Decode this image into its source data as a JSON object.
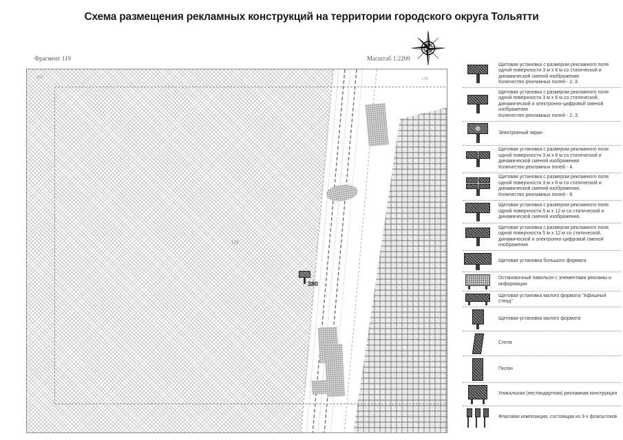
{
  "title": "Схема размещения рекламных конструкций на территории городского округа Тольятти",
  "map": {
    "fragment_label": "Фрагмент 119",
    "scale_label": "Масштаб 1:2200",
    "center_fragment_number": "119",
    "corner_top_left": "101",
    "corner_top_right": "135",
    "marker_label": "380"
  },
  "colors": {
    "ink": "#1a1a1a",
    "map_frame": "#8a8a8a",
    "hatch_gray": "#6e6e6e",
    "icon_dark": "#4c4c4c"
  },
  "legend": {
    "items": [
      {
        "icon": "billboard-3x6-icon",
        "text": "Щитовая установка с размером рекламного поля одной поверхности 3 м х 6 м со статической и динамической сменой изображения",
        "note": "Количество рекламных полей - 2, 3."
      },
      {
        "icon": "billboard-3x6-digital-icon",
        "text": "Щитовая установка с размером рекламного поля одной поверхности 3 м х 6 м со статической, динамической и электронно-цифровой сменой изображения",
        "note": "Количество рекламных полей - 2, 3."
      },
      {
        "icon": "electronic-screen-icon",
        "text": "Электронный экран",
        "note": ""
      },
      {
        "icon": "billboard-3x6-4fields-icon",
        "text": "Щитовая установка с размером рекламного поля одной поверхности 3 м х 6 м со статической и динамической сменой изображения",
        "note": "Количество рекламных полей - 4."
      },
      {
        "icon": "billboard-3x6-8fields-icon",
        "text": "Щитовая установка с размером рекламного поля одной поверхности 3 м х 6 м со статической и динамической сменой изображения.",
        "note": "Количество рекламных полей - 8."
      },
      {
        "icon": "billboard-5x12-icon",
        "text": "Щитовая установка с размером рекламного поля одной поверхности 5 м х 12 м со статической и динамической сменой изображения.",
        "note": ""
      },
      {
        "icon": "billboard-5x12-digital-icon",
        "text": "Щитовая установка с размером рекламного поля одной поверхности 5 м х 12 м со статической, динамической и электронно-цифровой сменой изображения",
        "note": ""
      },
      {
        "icon": "large-format-billboard-icon",
        "text": "Щитовая установка большого формата",
        "note": ""
      },
      {
        "icon": "bus-stop-pavilion-icon",
        "text": "Остановочный павильон с элементами рекламы и информации",
        "note": ""
      },
      {
        "icon": "poster-stand-icon",
        "text": "Щитовая установка малого формата \"Афишный стенд\"",
        "note": ""
      },
      {
        "icon": "small-format-billboard-icon",
        "text": "Щитовая установка малого формата",
        "note": ""
      },
      {
        "icon": "stela-icon",
        "text": "Стела",
        "note": ""
      },
      {
        "icon": "pylon-icon",
        "text": "Пилон",
        "note": ""
      },
      {
        "icon": "unique-construction-icon",
        "text": "Уникальная (нестандартная) рекламная конструкция",
        "note": ""
      },
      {
        "icon": "flag-composition-icon",
        "text": "Флаговая композиция, состоящая из 3-х флагштоков",
        "note": ""
      }
    ]
  }
}
